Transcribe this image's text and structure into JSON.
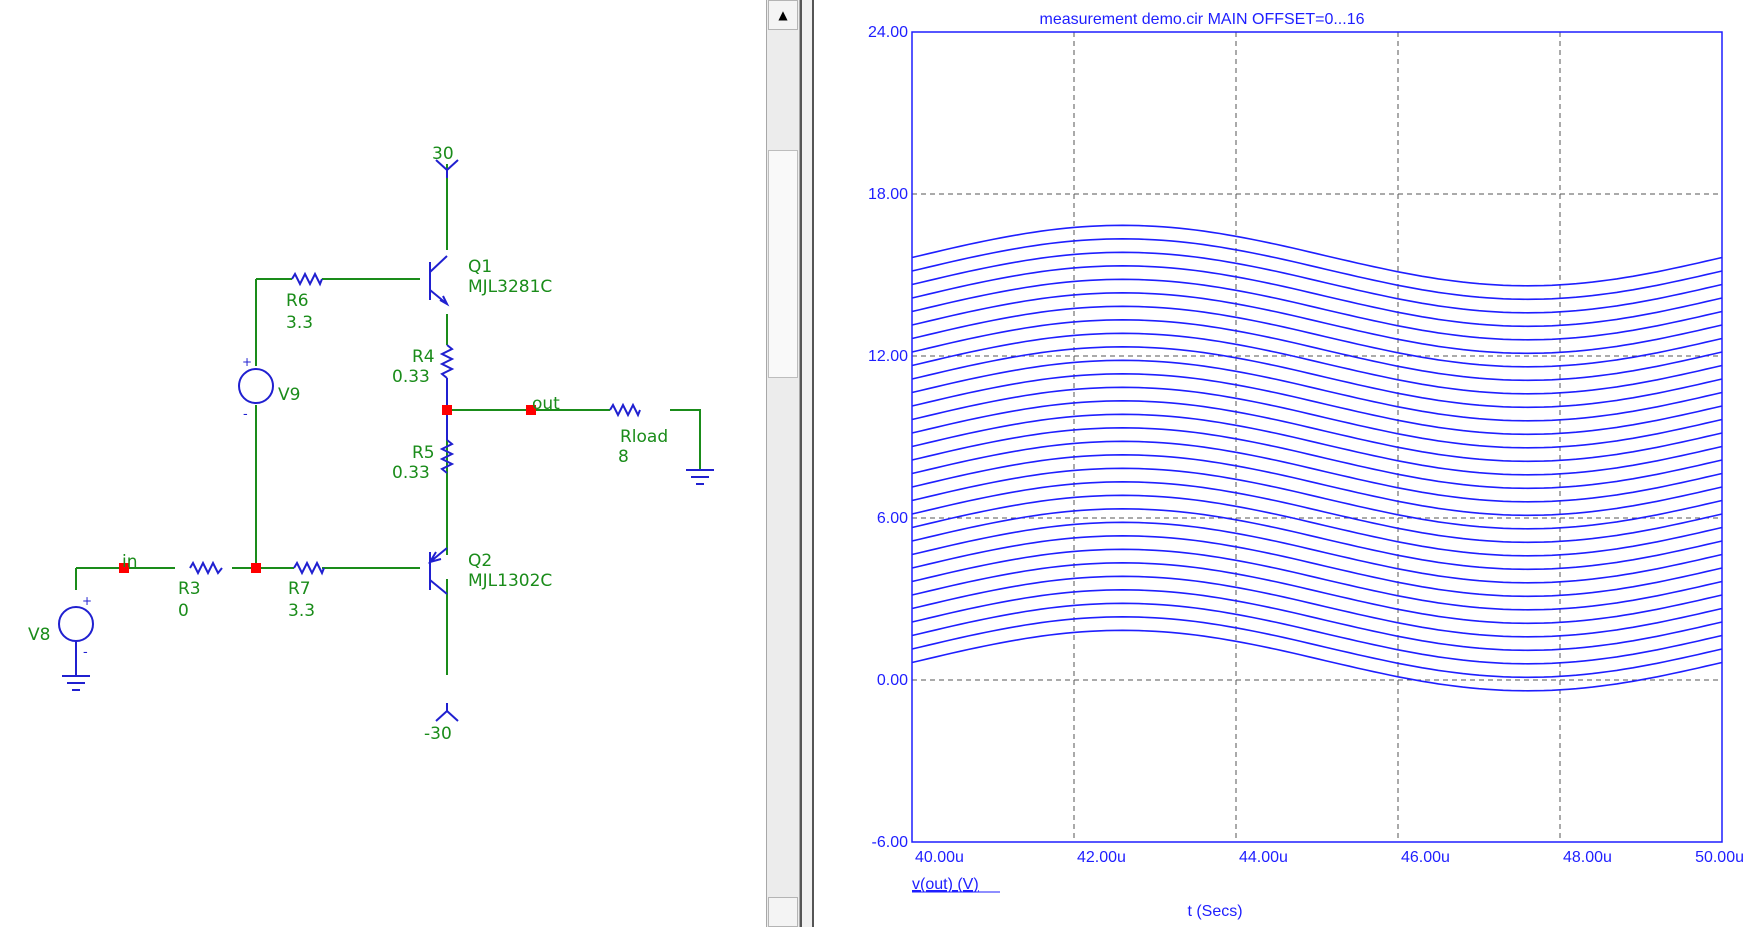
{
  "schematic": {
    "supply_pos": "30",
    "supply_neg": "-30",
    "q1": {
      "name": "Q1",
      "model": "MJL3281C"
    },
    "q2": {
      "name": "Q2",
      "model": "MJL1302C"
    },
    "r6": {
      "name": "R6",
      "value": "3.3"
    },
    "r4": {
      "name": "R4",
      "value": "0.33"
    },
    "r5": {
      "name": "R5",
      "value": "0.33"
    },
    "r3": {
      "name": "R3",
      "value": "0"
    },
    "r7": {
      "name": "R7",
      "value": "3.3"
    },
    "rload": {
      "name": "Rload",
      "value": "8"
    },
    "v9": {
      "name": "V9"
    },
    "v8": {
      "name": "V8"
    },
    "nodes": {
      "in": "in",
      "out": "out"
    },
    "plus_sign": "+",
    "minus_sign": "-"
  },
  "scrollbar": {
    "up_arrow": "▲"
  },
  "colors": {
    "wire_green": "#1a8c1a",
    "component_blue": "#2020d0",
    "node_red": "#ff0000",
    "plot_blue": "#1e1eff"
  },
  "chart_data": {
    "type": "line",
    "title": "measurement demo.cir MAIN OFFSET=0...16",
    "xlabel": "t (Secs)",
    "series_label": "v(out) (V)",
    "xlim": [
      40.0,
      50.0
    ],
    "ylim": [
      -6.0,
      24.0
    ],
    "x_ticks": [
      "40.00u",
      "42.00u",
      "44.00u",
      "46.00u",
      "48.00u",
      "50.00u"
    ],
    "y_ticks": [
      "24.00",
      "18.00",
      "12.00",
      "6.00",
      "0.00",
      "-6.00"
    ],
    "grid": true,
    "waveform": {
      "shape": "sine",
      "amplitude": 1.12,
      "period": 10.0,
      "peak_time": 42.6,
      "baseline_first": 0.72,
      "offset_step": 0.5,
      "curve_count": 31
    }
  }
}
